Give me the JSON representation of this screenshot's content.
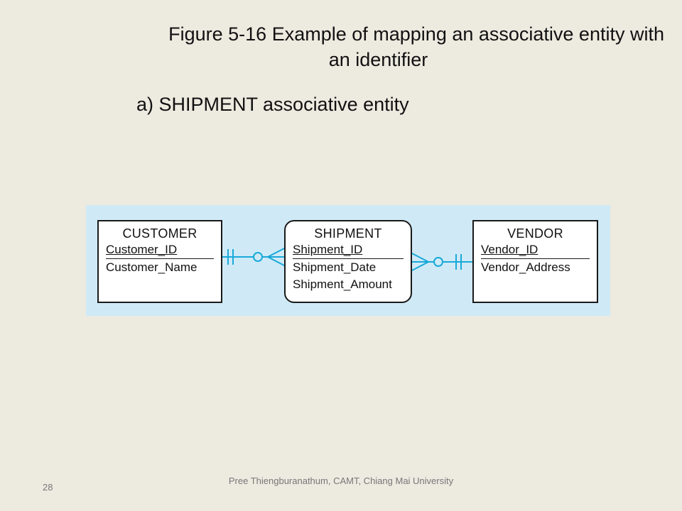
{
  "slide": {
    "title_line1": "Figure 5-16 Example of mapping an associative entity with",
    "title_line2": "an identifier",
    "subtitle": "a) SHIPMENT associative entity"
  },
  "diagram": {
    "colors": {
      "panel": "#CFEAF6",
      "connector": "#19A9D9",
      "entity_border": "#1a1a1a"
    },
    "entities": {
      "customer": {
        "name": "CUSTOMER",
        "identifier": "Customer_ID",
        "attributes": [
          "Customer_Name"
        ]
      },
      "shipment": {
        "name": "SHIPMENT",
        "identifier": "Shipment_ID",
        "attributes": [
          "Shipment_Date",
          "Shipment_Amount"
        ]
      },
      "vendor": {
        "name": "VENDOR",
        "identifier": "Vendor_ID",
        "attributes": [
          "Vendor_Address"
        ]
      }
    },
    "relationships": [
      {
        "from": "CUSTOMER",
        "to": "SHIPMENT",
        "from_cardinality": "mandatory one",
        "to_cardinality": "optional many"
      },
      {
        "from": "VENDOR",
        "to": "SHIPMENT",
        "from_cardinality": "mandatory one",
        "to_cardinality": "optional many"
      }
    ]
  },
  "footer": {
    "page_number": "28",
    "credit": "Pree Thiengburanathum, CAMT, Chiang Mai University"
  }
}
